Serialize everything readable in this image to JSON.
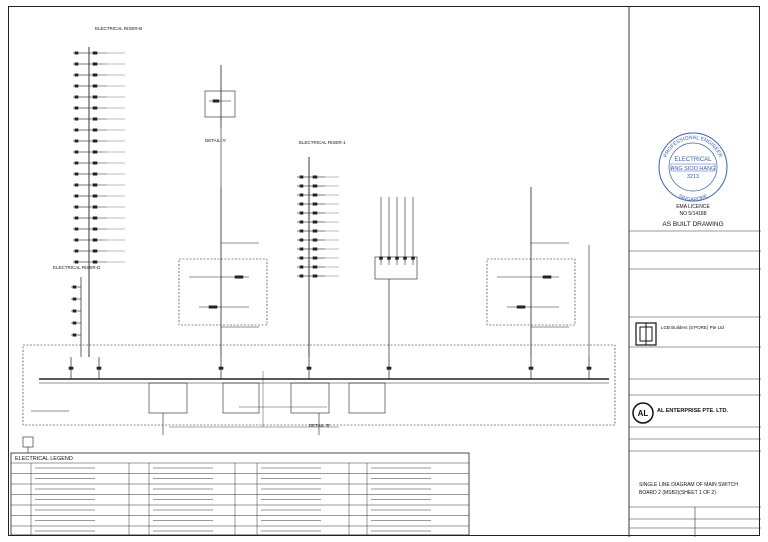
{
  "risers": {
    "riser_a_title": "ELECTRICAL RISER-B",
    "riser_b_title": "ELECTRICAL RISER-1",
    "riser_c_title": "ELECTRICAL RISER-D"
  },
  "details": {
    "detail_a": "DETAIL 'A'",
    "detail_b": "DETAIL 'B'"
  },
  "legend": {
    "title": "ELECTRICAL LEGEND"
  },
  "title_block": {
    "pe_stamp_top": "PROFESSIONAL ENGINEER",
    "pe_stamp_discipline": "ELECTRICAL",
    "pe_stamp_name": "ANG SIOO HANG",
    "pe_stamp_no": "3213",
    "pe_stamp_country": "SINGAPORE",
    "ema_licence": "EMA LICENCE",
    "ema_no": "NO 5/14188",
    "as_built": "AS BUILT DRAWING",
    "consultant_a": "LGB Builders (S'PORE) Pte Ltd",
    "contractor": "AL ENTERPRISE PTE. LTD.",
    "drawing_title_1": "SINGLE LINE DIAGRAM OF MAIN SWITCH",
    "drawing_title_2": "BOARD 2 (MSB2)(SHEET 1 OF 2)"
  },
  "colors": {
    "line": "#222222",
    "stamp": "#3a5fb0"
  }
}
